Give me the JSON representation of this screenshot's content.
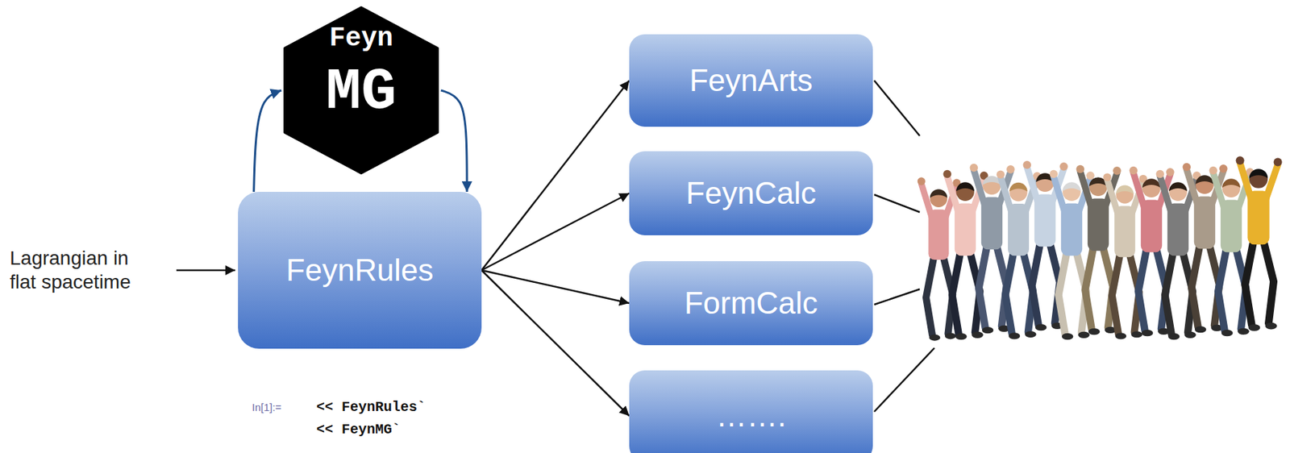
{
  "diagram": {
    "nodes": [
      {
        "text": [
          "Feyn",
          "MG"
        ]
      },
      {
        "text": [
          "FeynRules"
        ]
      },
      {
        "text": [
          "FeynArts"
        ]
      },
      {
        "text": [
          "FeynCalc"
        ]
      },
      {
        "text": [
          "FormCalc"
        ]
      },
      {
        "text": [
          "……."
        ]
      }
    ],
    "edges": [
      {
        "from": 1,
        "to": 0,
        "arrow": "to"
      },
      {
        "from": 0,
        "to": 1,
        "arrow": "to"
      },
      {
        "from": 1,
        "to": 2,
        "arrow": "to"
      },
      {
        "from": 1,
        "to": 3,
        "arrow": "to"
      },
      {
        "from": 1,
        "to": 4,
        "arrow": "to"
      },
      {
        "from": 1,
        "to": 5,
        "arrow": "to"
      }
    ],
    "labels": [
      "Lagrangian in flat spacetime",
      "In[1]:=",
      "<< FeynRules`",
      "<< FeynMG`"
    ]
  }
}
